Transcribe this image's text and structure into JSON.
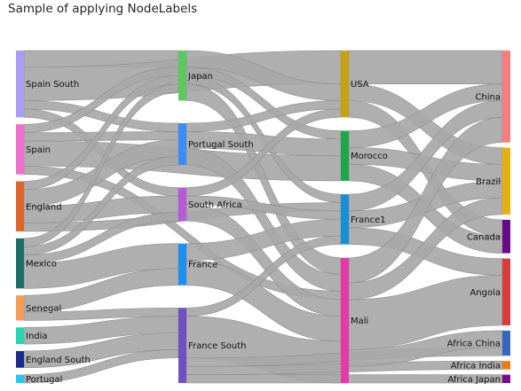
{
  "title": "Sample of applying NodeLabels",
  "chart_data": {
    "type": "sankey",
    "title": "Sample of applying NodeLabels",
    "nodes": [
      {
        "id": "spain_south",
        "label": "Spain South",
        "color": "#a79df7"
      },
      {
        "id": "spain",
        "label": "Spain",
        "color": "#ef6fcc"
      },
      {
        "id": "england",
        "label": "England",
        "color": "#e0662b"
      },
      {
        "id": "mexico",
        "label": "Mexico",
        "color": "#1b6f6a"
      },
      {
        "id": "senegal",
        "label": "Senegal",
        "color": "#f59d54"
      },
      {
        "id": "india",
        "label": "India",
        "color": "#23d7b1"
      },
      {
        "id": "england_south",
        "label": "England South",
        "color": "#1a2c8e"
      },
      {
        "id": "portugal",
        "label": "Portugal",
        "color": "#2ec4ee"
      },
      {
        "id": "japan",
        "label": "Japan",
        "color": "#5cc860"
      },
      {
        "id": "portugal_south",
        "label": "Portugal South",
        "color": "#3b8df5"
      },
      {
        "id": "south_africa",
        "label": "South Africa",
        "color": "#b85ad8"
      },
      {
        "id": "france",
        "label": "France",
        "color": "#1e8ef0"
      },
      {
        "id": "france_south",
        "label": "France South",
        "color": "#7050c0"
      },
      {
        "id": "usa",
        "label": "USA",
        "color": "#c7a20f"
      },
      {
        "id": "morocco",
        "label": "Morocco",
        "color": "#1ca84a"
      },
      {
        "id": "france1",
        "label": "France1",
        "color": "#158fd6"
      },
      {
        "id": "mali",
        "label": "Mali",
        "color": "#e53aa6"
      },
      {
        "id": "china",
        "label": "China",
        "color": "#fb7a7a"
      },
      {
        "id": "brazil",
        "label": "Brazil",
        "color": "#e6b10d"
      },
      {
        "id": "canada",
        "label": "Canada",
        "color": "#6a0a8a"
      },
      {
        "id": "angola",
        "label": "Angola",
        "color": "#d93b3b"
      },
      {
        "id": "africa_china",
        "label": "Africa China",
        "color": "#3566c0"
      },
      {
        "id": "africa_india",
        "label": "Africa India",
        "color": "#f0780f"
      },
      {
        "id": "africa_japan",
        "label": "Africa Japan",
        "color": "#7a0a8a"
      }
    ],
    "columns": [
      [
        "spain_south",
        "spain",
        "england",
        "mexico",
        "senegal",
        "india",
        "england_south",
        "portugal"
      ],
      [
        "japan",
        "portugal_south",
        "south_africa",
        "france",
        "france_south"
      ],
      [
        "usa",
        "morocco",
        "france1",
        "mali"
      ],
      [
        "china",
        "brazil",
        "canada",
        "angola",
        "africa_china",
        "africa_india",
        "africa_japan"
      ]
    ],
    "links": [
      {
        "source": "spain_south",
        "target": "japan",
        "value": 2
      },
      {
        "source": "spain_south",
        "target": "portugal_south",
        "value": 1
      },
      {
        "source": "spain_south",
        "target": "south_africa",
        "value": 1
      },
      {
        "source": "spain_south",
        "target": "usa",
        "value": 4
      },
      {
        "source": "spain",
        "target": "japan",
        "value": 1
      },
      {
        "source": "spain",
        "target": "portugal_south",
        "value": 1
      },
      {
        "source": "spain",
        "target": "morocco",
        "value": 3
      },
      {
        "source": "spain",
        "target": "mali",
        "value": 1
      },
      {
        "source": "england",
        "target": "japan",
        "value": 1
      },
      {
        "source": "england",
        "target": "portugal_south",
        "value": 2
      },
      {
        "source": "england",
        "target": "south_africa",
        "value": 2
      },
      {
        "source": "england",
        "target": "france1",
        "value": 1
      },
      {
        "source": "mexico",
        "target": "japan",
        "value": 1
      },
      {
        "source": "mexico",
        "target": "portugal_south",
        "value": 1
      },
      {
        "source": "mexico",
        "target": "south_africa",
        "value": 1
      },
      {
        "source": "mexico",
        "target": "france",
        "value": 3
      },
      {
        "source": "senegal",
        "target": "france",
        "value": 2
      },
      {
        "source": "senegal",
        "target": "france_south",
        "value": 1
      },
      {
        "source": "india",
        "target": "france_south",
        "value": 2
      },
      {
        "source": "england_south",
        "target": "france_south",
        "value": 2
      },
      {
        "source": "portugal",
        "target": "france_south",
        "value": 1
      },
      {
        "source": "japan",
        "target": "usa",
        "value": 2
      },
      {
        "source": "japan",
        "target": "morocco",
        "value": 1
      },
      {
        "source": "japan",
        "target": "france1",
        "value": 1
      },
      {
        "source": "japan",
        "target": "mali",
        "value": 2
      },
      {
        "source": "portugal_south",
        "target": "usa",
        "value": 1
      },
      {
        "source": "portugal_south",
        "target": "morocco",
        "value": 2
      },
      {
        "source": "portugal_south",
        "target": "mali",
        "value": 2
      },
      {
        "source": "south_africa",
        "target": "usa",
        "value": 1
      },
      {
        "source": "south_africa",
        "target": "france1",
        "value": 1
      },
      {
        "source": "south_africa",
        "target": "mali",
        "value": 2
      },
      {
        "source": "france",
        "target": "france1",
        "value": 2
      },
      {
        "source": "france",
        "target": "mali",
        "value": 3
      },
      {
        "source": "france_south",
        "target": "france1",
        "value": 1
      },
      {
        "source": "france_south",
        "target": "mali",
        "value": 5
      },
      {
        "source": "france_south",
        "target": "africa_china",
        "value": 1
      },
      {
        "source": "france_south",
        "target": "africa_india",
        "value": 1
      },
      {
        "source": "france_south",
        "target": "africa_japan",
        "value": 1
      },
      {
        "source": "usa",
        "target": "china",
        "value": 4
      },
      {
        "source": "usa",
        "target": "brazil",
        "value": 2
      },
      {
        "source": "usa",
        "target": "canada",
        "value": 2
      },
      {
        "source": "morocco",
        "target": "china",
        "value": 2
      },
      {
        "source": "morocco",
        "target": "brazil",
        "value": 2
      },
      {
        "source": "morocco",
        "target": "canada",
        "value": 2
      },
      {
        "source": "france1",
        "target": "china",
        "value": 2
      },
      {
        "source": "france1",
        "target": "brazil",
        "value": 2
      },
      {
        "source": "france1",
        "target": "angola",
        "value": 2
      },
      {
        "source": "mali",
        "target": "china",
        "value": 3
      },
      {
        "source": "mali",
        "target": "brazil",
        "value": 2
      },
      {
        "source": "mali",
        "target": "angola",
        "value": 6
      },
      {
        "source": "mali",
        "target": "africa_china",
        "value": 2
      }
    ]
  }
}
